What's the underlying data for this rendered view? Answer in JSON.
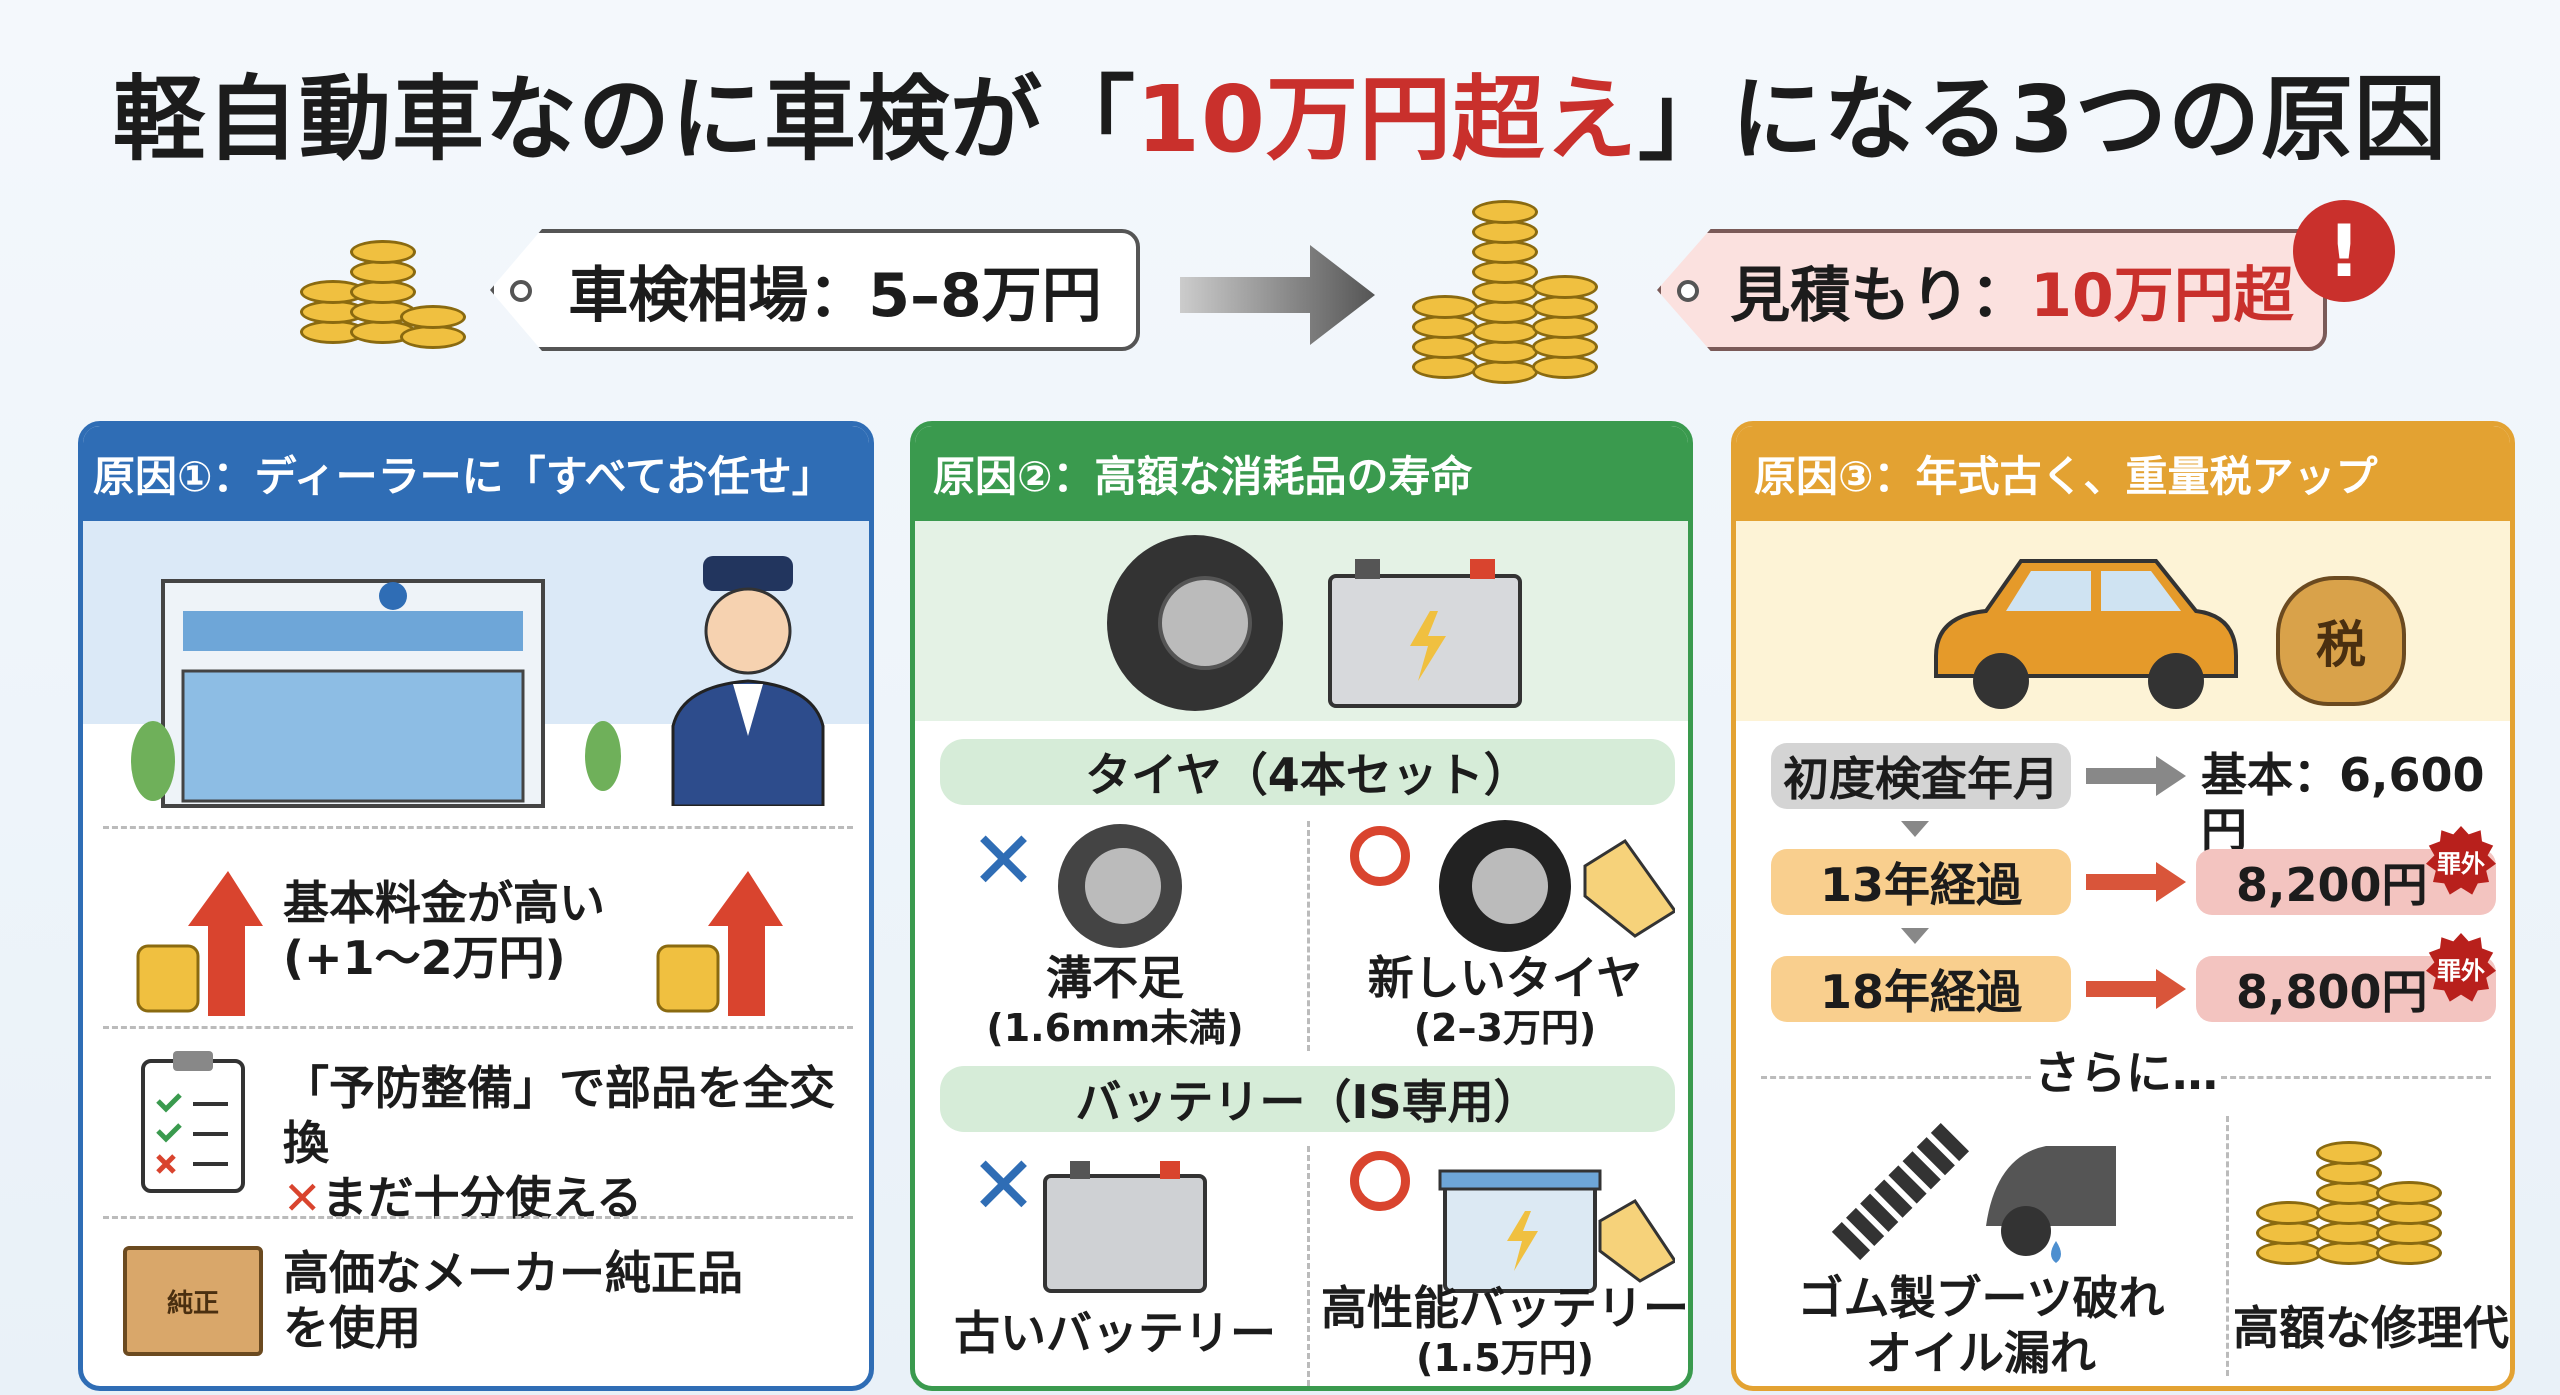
{
  "title": {
    "pre": "軽自動車なのに車検が「",
    "highlight": "10万円超え",
    "post": "」になる3つの原因"
  },
  "top": {
    "market_label": "車検相場：5–8万円",
    "estimate_prefix": "見積もり：",
    "estimate_value": "10万円超",
    "alert_icon": "exclamation-icon"
  },
  "colors": {
    "blue": "#2f6db5",
    "green": "#3a9a4e",
    "orange": "#e3a232",
    "red": "#c9302c"
  },
  "cause1": {
    "header": "原因①：ディーラーに「すべてお任せ」",
    "items": [
      {
        "line1": "基本料金が高い",
        "line2": "(+1～2万円)"
      },
      {
        "line1": "「予防整備」で部品を全交換",
        "line2": "まだ十分使える"
      },
      {
        "line1": "高価なメーカー純正品",
        "line2": "を使用"
      }
    ],
    "box_label": "純正"
  },
  "cause2": {
    "header": "原因②：高額な消耗品の寿命",
    "tire": {
      "title": "タイヤ（4本セット）",
      "bad": {
        "line1": "溝不足",
        "line2": "(1.6mm未満)"
      },
      "good": {
        "line1": "新しいタイヤ",
        "line2": "(2–3万円)"
      }
    },
    "battery": {
      "title": "バッテリー（IS専用）",
      "bad": {
        "line1": "古いバッテリー"
      },
      "good": {
        "line1": "高性能バッテリー",
        "line2": "(1.5万円)"
      }
    }
  },
  "cause3": {
    "header": "原因③：年式古く、重量税アップ",
    "bag_label": "税",
    "rows": [
      {
        "label": "初度検査年月",
        "value": "基本：6,600円"
      },
      {
        "label": "13年経過",
        "value": "8,200円",
        "badge": "罪外"
      },
      {
        "label": "18年経過",
        "value": "8,800円",
        "badge": "罪外"
      }
    ],
    "more": "さらに…",
    "extra": [
      {
        "line1": "ゴム製ブーツ破れ",
        "line2": "オイル漏れ"
      },
      {
        "line1": "高額な修理代"
      }
    ]
  }
}
